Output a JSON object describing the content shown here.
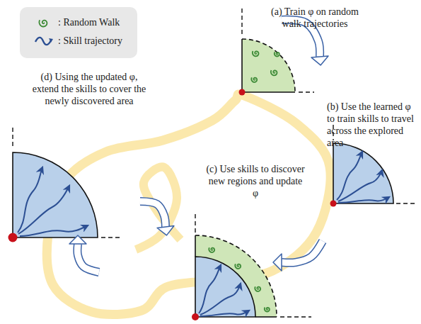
{
  "diagram": {
    "labels": [
      "(a) Train φ on random walk trajectories",
      "(b) Use the learned φ to train skills to travel across the explored area",
      "(c) Use skills to discover new regions and update φ",
      "(d) Using the updated φ, extend the skills to cover the newly discovered area"
    ],
    "legend": [
      {
        "text": ": Random Walk"
      },
      {
        "text": ": Skill trajectory"
      }
    ]
  }
}
